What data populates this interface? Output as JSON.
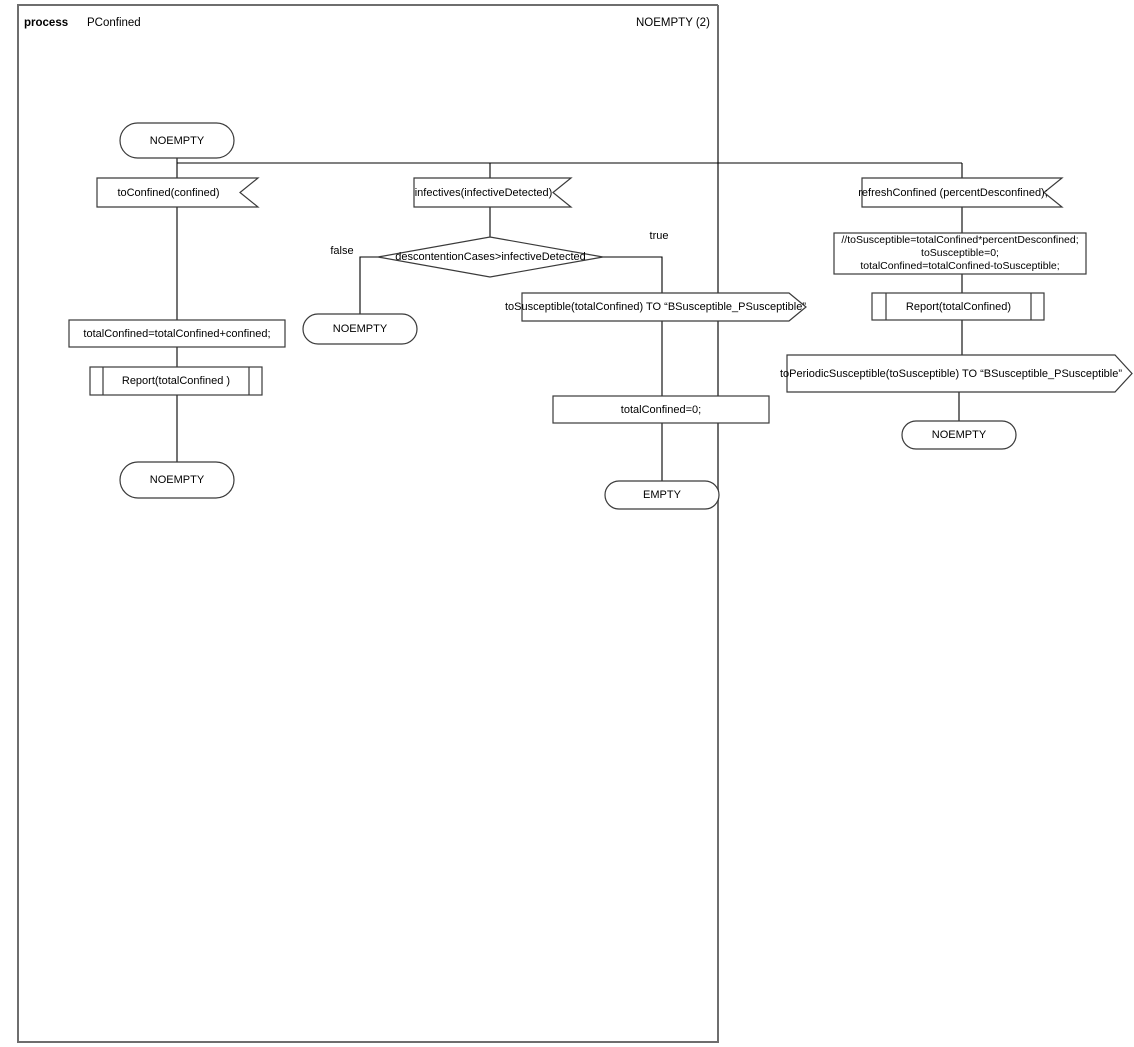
{
  "diagram": {
    "kind": "sdl-process-diagram",
    "header": {
      "keyword": "process",
      "name": "PConfined",
      "page_label": "NOEMPTY (2)"
    },
    "colors": {
      "frame_stroke": "#6e6e6e",
      "shape_stroke": "#3a3a3a",
      "line_stroke": "#000000",
      "text": "#000000",
      "background": "#ffffff"
    },
    "start_state": {
      "label": "NOEMPTY"
    },
    "branches": [
      {
        "id": "confined-branch",
        "input": {
          "label": "toConfined(confined)"
        },
        "task": {
          "label": "totalConfined=totalConfined+confined;"
        },
        "procedure": {
          "label": "Report(totalConfined )"
        },
        "end_state": {
          "label": "NOEMPTY"
        }
      },
      {
        "id": "infectives-branch",
        "input": {
          "label": "infectives(infectiveDetected)"
        },
        "decision": {
          "label": "descontentionCases>infectiveDetected",
          "false_label": "false",
          "true_label": "true"
        },
        "false_end_state": {
          "label": "NOEMPTY"
        },
        "output": {
          "label": "toSusceptible(totalConfined) TO “BSusceptible_PSusceptible”"
        },
        "task": {
          "label": "totalConfined=0;"
        },
        "end_state": {
          "label": "EMPTY"
        }
      },
      {
        "id": "refresh-branch",
        "input": {
          "label": "refreshConfined (percentDesconfined);"
        },
        "task_lines": [
          "//toSusceptible=totalConfined*percentDesconfined;",
          "toSusceptible=0;",
          "totalConfined=totalConfined-toSusceptible;"
        ],
        "procedure": {
          "label": "Report(totalConfined)"
        },
        "output": {
          "label": "toPeriodicSusceptible(toSusceptible) TO “BSusceptible_PSusceptible”"
        },
        "end_state": {
          "label": "NOEMPTY"
        }
      }
    ]
  }
}
